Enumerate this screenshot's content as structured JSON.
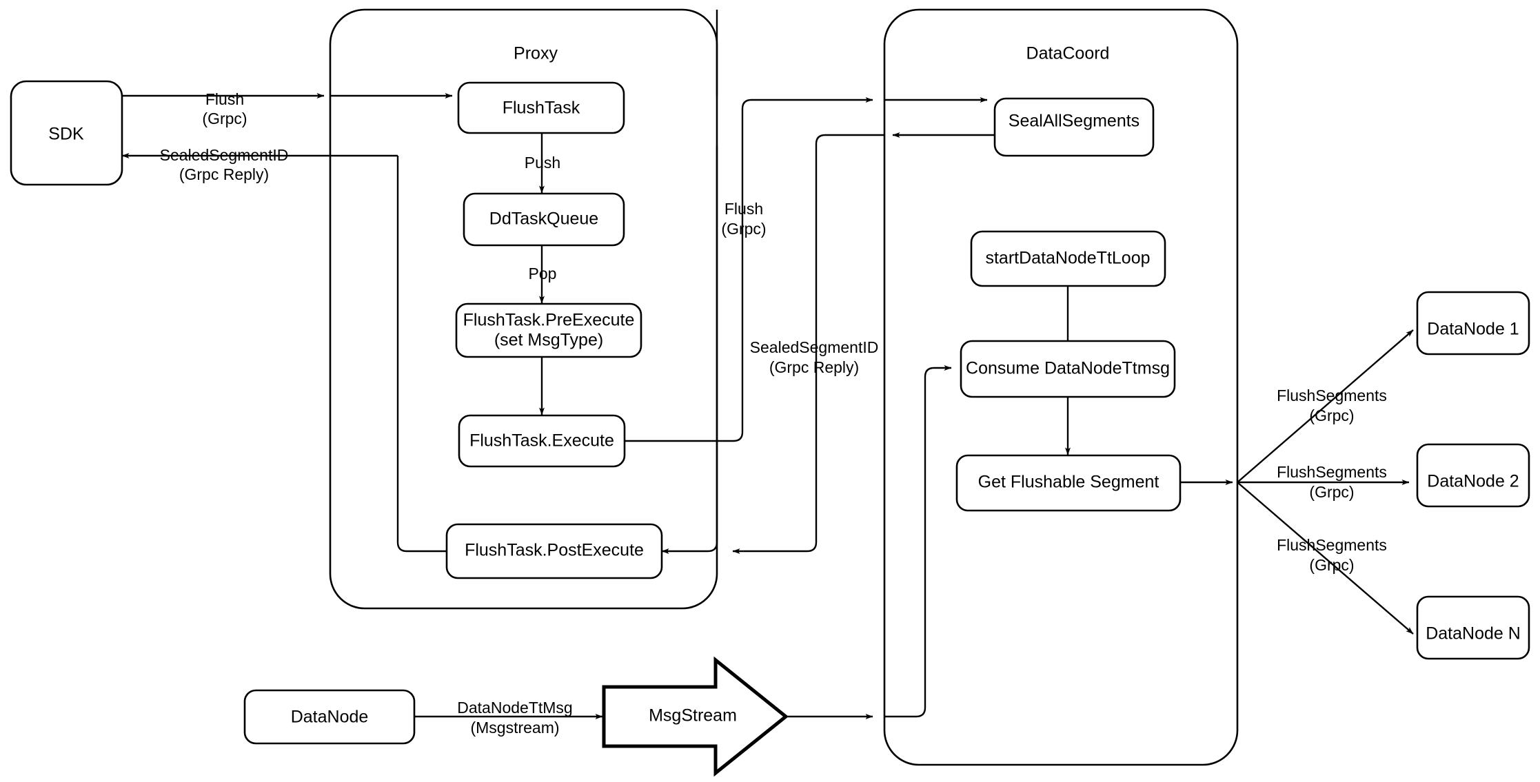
{
  "diagram": {
    "title": "Milvus Flush Flow",
    "background_color": "#ffffff",
    "stroke_color": "#000000"
  },
  "containers": [
    {
      "id": "proxy",
      "label": "Proxy"
    },
    {
      "id": "datacoord",
      "label": "DataCoord"
    }
  ],
  "nodes": {
    "sdk": {
      "label": "SDK"
    },
    "flush_task": {
      "label": "FlushTask"
    },
    "dd_task_queue": {
      "label": "DdTaskQueue"
    },
    "pre_execute_line1": {
      "label": "FlushTask.PreExecute"
    },
    "pre_execute_line2": {
      "label": "(set MsgType)"
    },
    "execute": {
      "label": "FlushTask.Execute"
    },
    "post_execute": {
      "label": "FlushTask.PostExecute"
    },
    "seal_all_segments": {
      "label": "SealAllSegments"
    },
    "start_tt_loop": {
      "label": "startDataNodeTtLoop"
    },
    "consume_tt_msg": {
      "label": "Consume DataNodeTtmsg"
    },
    "get_flushable_segment": {
      "label": "Get Flushable Segment"
    },
    "datanode_1": {
      "label": "DataNode 1"
    },
    "datanode_2": {
      "label": "DataNode 2"
    },
    "datanode_n": {
      "label": "DataNode N"
    },
    "datanode_bottom": {
      "label": "DataNode"
    },
    "msgstream": {
      "label": "MsgStream"
    }
  },
  "edge_labels": {
    "sdk_to_proxy_l1": "Flush",
    "sdk_to_proxy_l2": "(Grpc)",
    "proxy_to_sdk_l1": "SealedSegmentID",
    "proxy_to_sdk_l2": "(Grpc Reply)",
    "push": "Push",
    "pop": "Pop",
    "proxy_to_coord_l1": "Flush",
    "proxy_to_coord_l2": "(Grpc)",
    "coord_to_proxy_l1": "SealedSegmentID",
    "coord_to_proxy_l2": "(Grpc Reply)",
    "flush_segments_1_l1": "FlushSegments",
    "flush_segments_1_l2": "(Grpc)",
    "flush_segments_2_l1": "FlushSegments",
    "flush_segments_2_l2": "(Grpc)",
    "flush_segments_n_l1": "FlushSegments",
    "flush_segments_n_l2": "(Grpc)",
    "datanode_tt_msg_l1": "DataNodeTtMsg",
    "datanode_tt_msg_l2": "(Msgstream)"
  }
}
